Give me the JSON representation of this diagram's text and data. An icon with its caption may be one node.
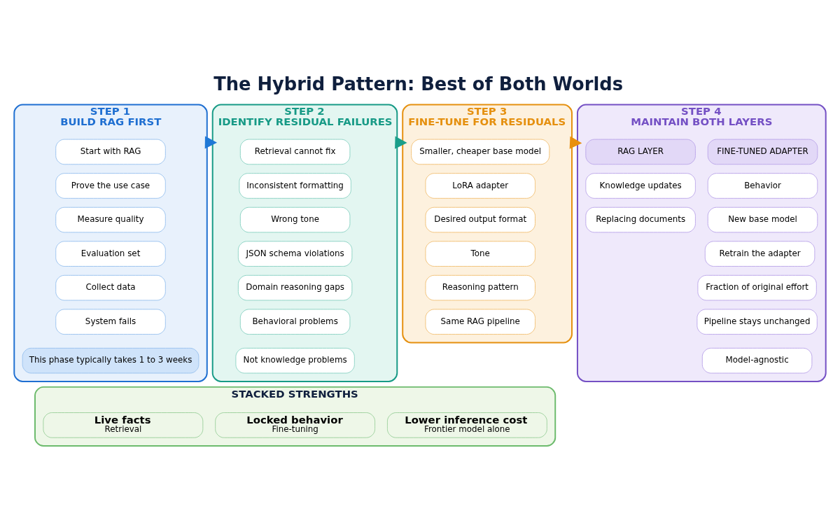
{
  "diagram": {
    "title": "The Hybrid Pattern: Best of Both Worlds",
    "nodes": [
      {
        "text": [
          "STEP 1",
          "BUILD RAG FIRST"
        ]
      },
      {
        "text": [
          "Start with RAG"
        ],
        "in": 0
      },
      {
        "text": [
          "Prove the use case"
        ],
        "in": 0
      },
      {
        "text": [
          "Measure quality"
        ],
        "in": 0
      },
      {
        "text": [
          "Evaluation set"
        ],
        "in": 0
      },
      {
        "text": [
          "Collect data"
        ],
        "in": 0
      },
      {
        "text": [
          "System fails"
        ],
        "in": 0
      },
      {
        "text": [
          "This phase typically takes 1 to 3 weeks"
        ],
        "in": 0
      },
      {
        "text": [
          "STEP 2",
          "IDENTIFY RESIDUAL FAILURES"
        ]
      },
      {
        "text": [
          "Retrieval cannot fix"
        ],
        "in": 8
      },
      {
        "text": [
          "Inconsistent formatting"
        ],
        "in": 8
      },
      {
        "text": [
          "Wrong tone"
        ],
        "in": 8
      },
      {
        "text": [
          "JSON schema violations"
        ],
        "in": 8
      },
      {
        "text": [
          "Domain reasoning gaps"
        ],
        "in": 8
      },
      {
        "text": [
          "Behavioral problems"
        ],
        "in": 8
      },
      {
        "text": [
          "Not knowledge problems"
        ],
        "in": 8
      },
      {
        "text": [
          "STEP 3",
          "FINE-TUNE FOR RESIDUALS"
        ]
      },
      {
        "text": [
          "Smaller, cheaper base model"
        ],
        "in": 16
      },
      {
        "text": [
          "LoRA adapter"
        ],
        "in": 16
      },
      {
        "text": [
          "Desired output format"
        ],
        "in": 16
      },
      {
        "text": [
          "Tone"
        ],
        "in": 16
      },
      {
        "text": [
          "Reasoning pattern"
        ],
        "in": 16
      },
      {
        "text": [
          "Same RAG pipeline"
        ],
        "in": 16
      },
      {
        "text": [
          "STEP 4",
          "MAINTAIN BOTH LAYERS"
        ]
      },
      {
        "text": [
          "RAG LAYER"
        ],
        "in": 23
      },
      {
        "text": [
          "Knowledge updates"
        ],
        "in": 23
      },
      {
        "text": [
          "Replacing documents"
        ],
        "in": 23
      },
      {
        "text": [
          "FINE-TUNED ADAPTER"
        ],
        "in": 23
      },
      {
        "text": [
          "Behavior"
        ],
        "in": 23
      },
      {
        "text": [
          "New base model"
        ],
        "in": 23
      },
      {
        "text": [
          "Retrain the adapter"
        ],
        "in": 23
      },
      {
        "text": [
          "Fraction of original effort"
        ],
        "in": 23
      },
      {
        "text": [
          "Pipeline stays unchanged"
        ],
        "in": 23
      },
      {
        "text": [
          "Model-agnostic"
        ],
        "in": 23
      },
      {
        "text": [
          "STACKED STRENGTHS"
        ]
      },
      {
        "text": [
          "Live facts",
          "Retrieval"
        ],
        "in": 34
      },
      {
        "text": [
          "Locked behavior",
          "Fine-tuning"
        ],
        "in": 34
      },
      {
        "text": [
          "Lower inference cost",
          "Frontier model alone"
        ],
        "in": 34
      }
    ],
    "edges": [
      {
        "from": 0,
        "to": 8,
        "arrow": "to",
        "style": "thick",
        "color": "#1f78d6"
      },
      {
        "from": 8,
        "to": 16,
        "arrow": "to",
        "style": "thick",
        "color": "#1a9e8a"
      },
      {
        "from": 16,
        "to": 23,
        "arrow": "to",
        "style": "thick",
        "color": "#e8900f"
      }
    ]
  }
}
